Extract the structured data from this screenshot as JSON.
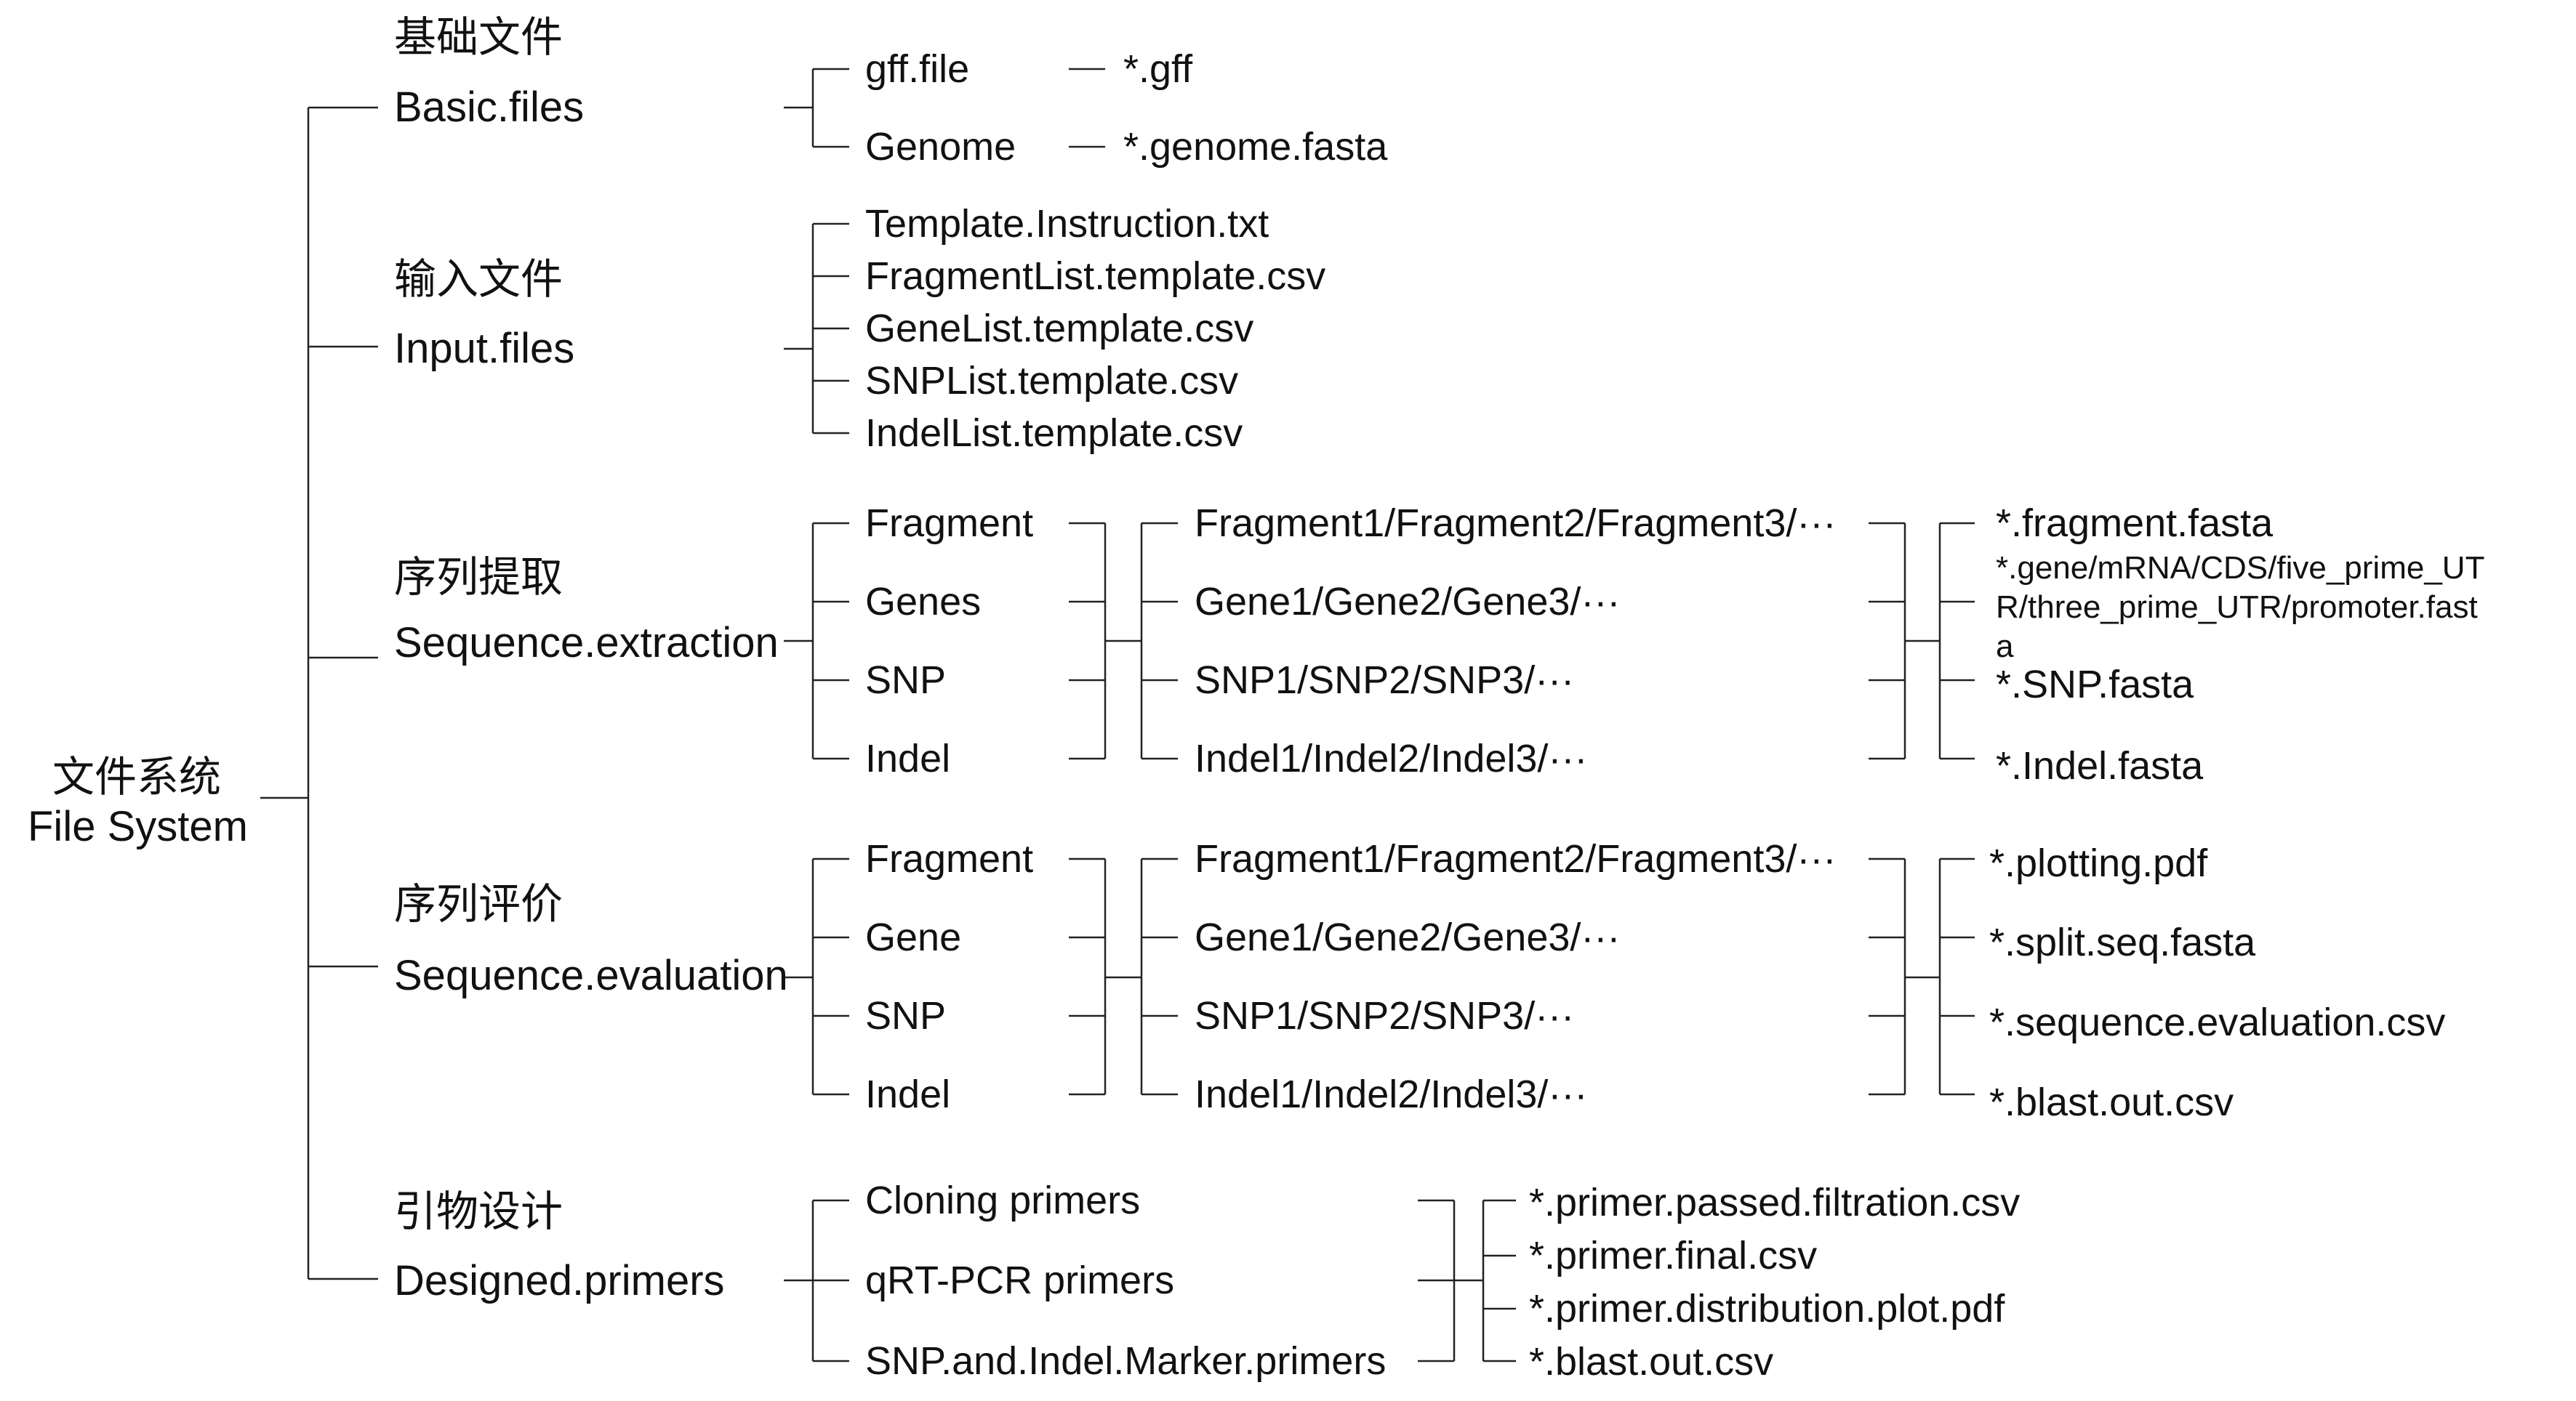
{
  "root": {
    "zh": "文件系统",
    "en": "File System"
  },
  "categories": [
    {
      "zh": "基础文件",
      "en": "Basic.files",
      "children": [
        "gff.file",
        "Genome"
      ],
      "outputs": [
        "*.gff",
        "*.genome.fasta"
      ]
    },
    {
      "zh": "输入文件",
      "en": "Input.files",
      "children": [
        "Template.Instruction.txt",
        "FragmentList.template.csv",
        "GeneList.template.csv",
        "SNPList.template.csv",
        "IndelList.template.csv"
      ]
    },
    {
      "zh": "序列提取",
      "en": "Sequence.extraction",
      "children": [
        "Fragment",
        "Genes",
        "SNP",
        "Indel"
      ],
      "subfolders": [
        "Fragment1/Fragment2/Fragment3/···",
        "Gene1/Gene2/Gene3/···",
        "SNP1/SNP2/SNP3/···",
        "Indel1/Indel2/Indel3/···"
      ],
      "outputs": [
        "*.fragment.fasta",
        "*.gene/mRNA/CDS/five_prime_UTR/three_prime_UTR/promoter.fasta",
        "*.SNP.fasta",
        "*.Indel.fasta"
      ]
    },
    {
      "zh": "序列评价",
      "en": "Sequence.evaluation",
      "children": [
        "Fragment",
        "Gene",
        "SNP",
        "Indel"
      ],
      "subfolders": [
        "Fragment1/Fragment2/Fragment3/···",
        "Gene1/Gene2/Gene3/···",
        "SNP1/SNP2/SNP3/···",
        "Indel1/Indel2/Indel3/···"
      ],
      "outputs": [
        "*.plotting.pdf",
        "*.split.seq.fasta",
        "*.sequence.evaluation.csv",
        "*.blast.out.csv"
      ]
    },
    {
      "zh": "引物设计",
      "en": "Designed.primers",
      "children": [
        "Cloning primers",
        "qRT-PCR primers",
        "SNP.and.Indel.Marker.primers"
      ],
      "outputs": [
        "*.primer.passed.filtration.csv",
        "*.primer.final.csv",
        "*.primer.distribution.plot.pdf",
        "*.blast.out.csv"
      ]
    }
  ]
}
